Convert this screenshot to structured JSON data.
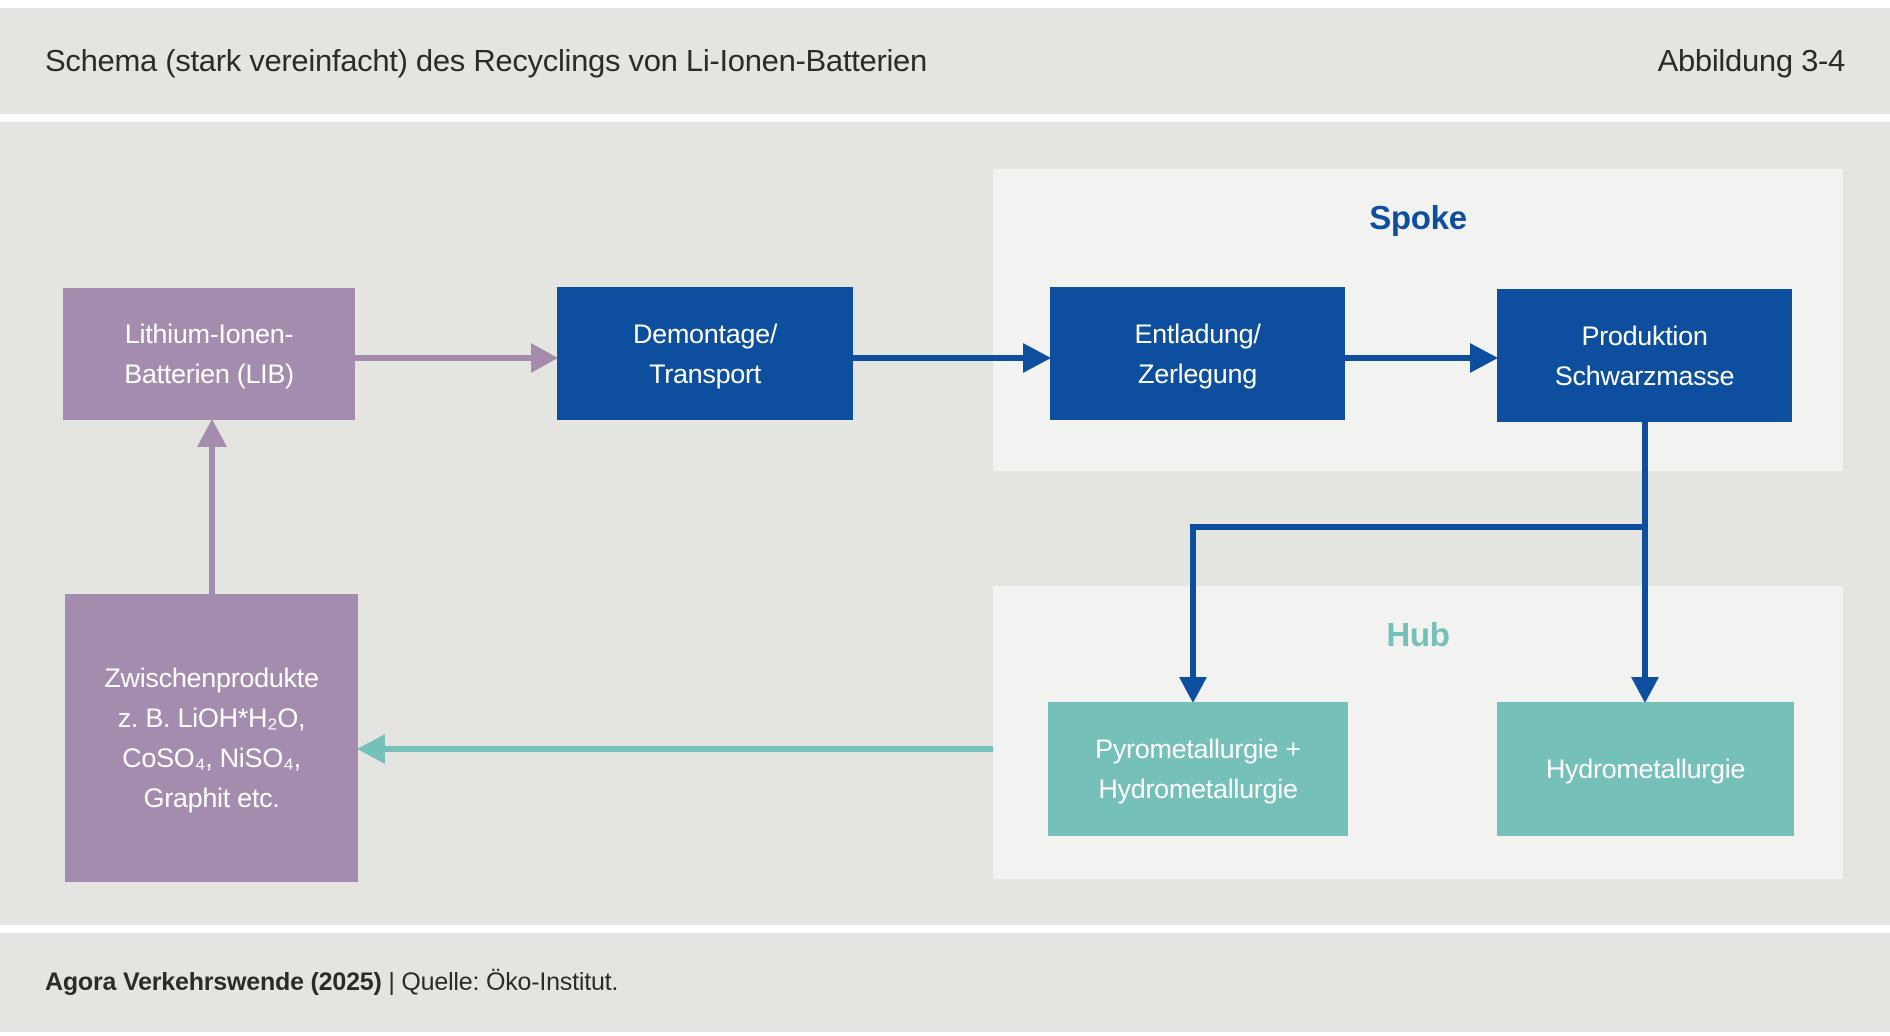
{
  "header": {
    "title": "Schema (stark vereinfacht) des Recyclings von Li-Ionen-Batterien",
    "figure_label": "Abbildung 3-4"
  },
  "sections": {
    "spoke": {
      "label": "Spoke"
    },
    "hub": {
      "label": "Hub"
    }
  },
  "nodes": {
    "lib": {
      "lines": [
        "Lithium-Ionen-",
        "Batterien (LIB)"
      ]
    },
    "demontage": {
      "lines": [
        "Demontage/",
        "Transport"
      ]
    },
    "entladung": {
      "lines": [
        "Entladung/",
        "Zerlegung"
      ]
    },
    "produktion": {
      "lines": [
        "Produktion",
        "Schwarzmasse"
      ]
    },
    "pyro": {
      "lines": [
        "Pyrometallurgie +",
        "Hydrometallurgie"
      ]
    },
    "hydro": {
      "lines": [
        "Hydrometallurgie"
      ]
    },
    "zwischenprodukte": {
      "lines": [
        "Zwischenprodukte",
        "z. B. LiOH*H₂O,",
        "CoSO₄, NiSO₄,",
        "Graphit etc."
      ]
    }
  },
  "footer": {
    "source_bold": "Agora Verkehrswende (2025) ",
    "source_rest": "| Quelle: Öko-Institut."
  },
  "colors": {
    "background": "#e4e5e0",
    "panel": "#f2f2f1",
    "blue": "#0d4f9e",
    "purple": "#a48cae",
    "teal": "#75c0b9",
    "text_dark": "#2b2b29",
    "white": "#ffffff"
  }
}
